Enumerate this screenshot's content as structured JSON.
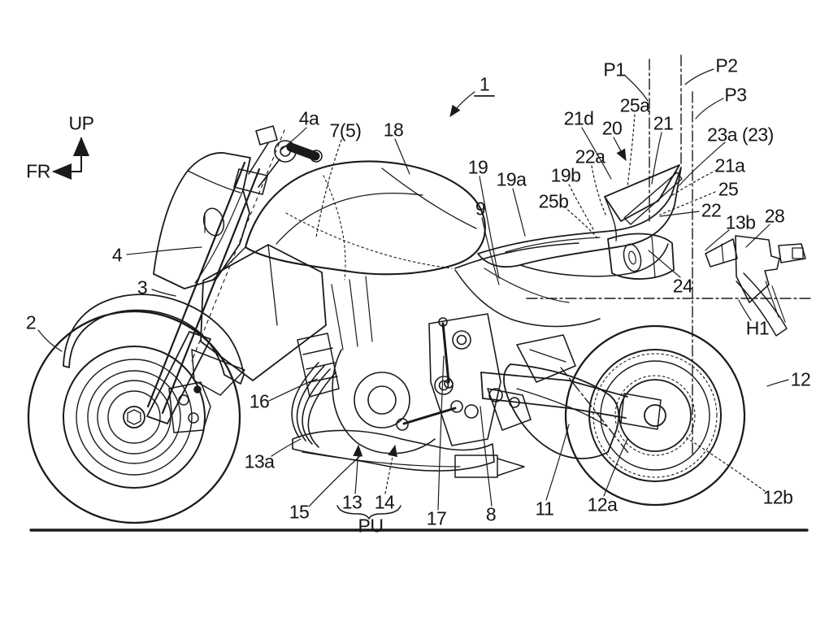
{
  "figure": {
    "number": "1"
  },
  "axes": {
    "up": "UP",
    "front": "FR"
  },
  "reference_lines": {
    "p1": "P1",
    "p2": "P2",
    "p3": "P3",
    "h1": "H1"
  },
  "labels": {
    "n1": "1",
    "n2": "2",
    "n3": "3",
    "n4": "4",
    "n4a": "4a",
    "n7_5": "7(5)",
    "n8": "8",
    "n9": "9",
    "n11": "11",
    "n12": "12",
    "n12a": "12a",
    "n12b": "12b",
    "n13": "13",
    "n13a": "13a",
    "n13b": "13b",
    "n14": "14",
    "n15": "15",
    "n16": "16",
    "n17": "17",
    "n18": "18",
    "n19": "19",
    "n19a": "19a",
    "n19b": "19b",
    "n20": "20",
    "n21": "21",
    "n21a": "21a",
    "n21d": "21d",
    "n22": "22",
    "n22a": "22a",
    "n23a": "23a (23)",
    "n24": "24",
    "n25": "25",
    "n25a": "25a",
    "n25b": "25b",
    "n28": "28",
    "pu": "PU"
  },
  "colors": {
    "ink": "#1a1a1a",
    "background": "#ffffff"
  }
}
